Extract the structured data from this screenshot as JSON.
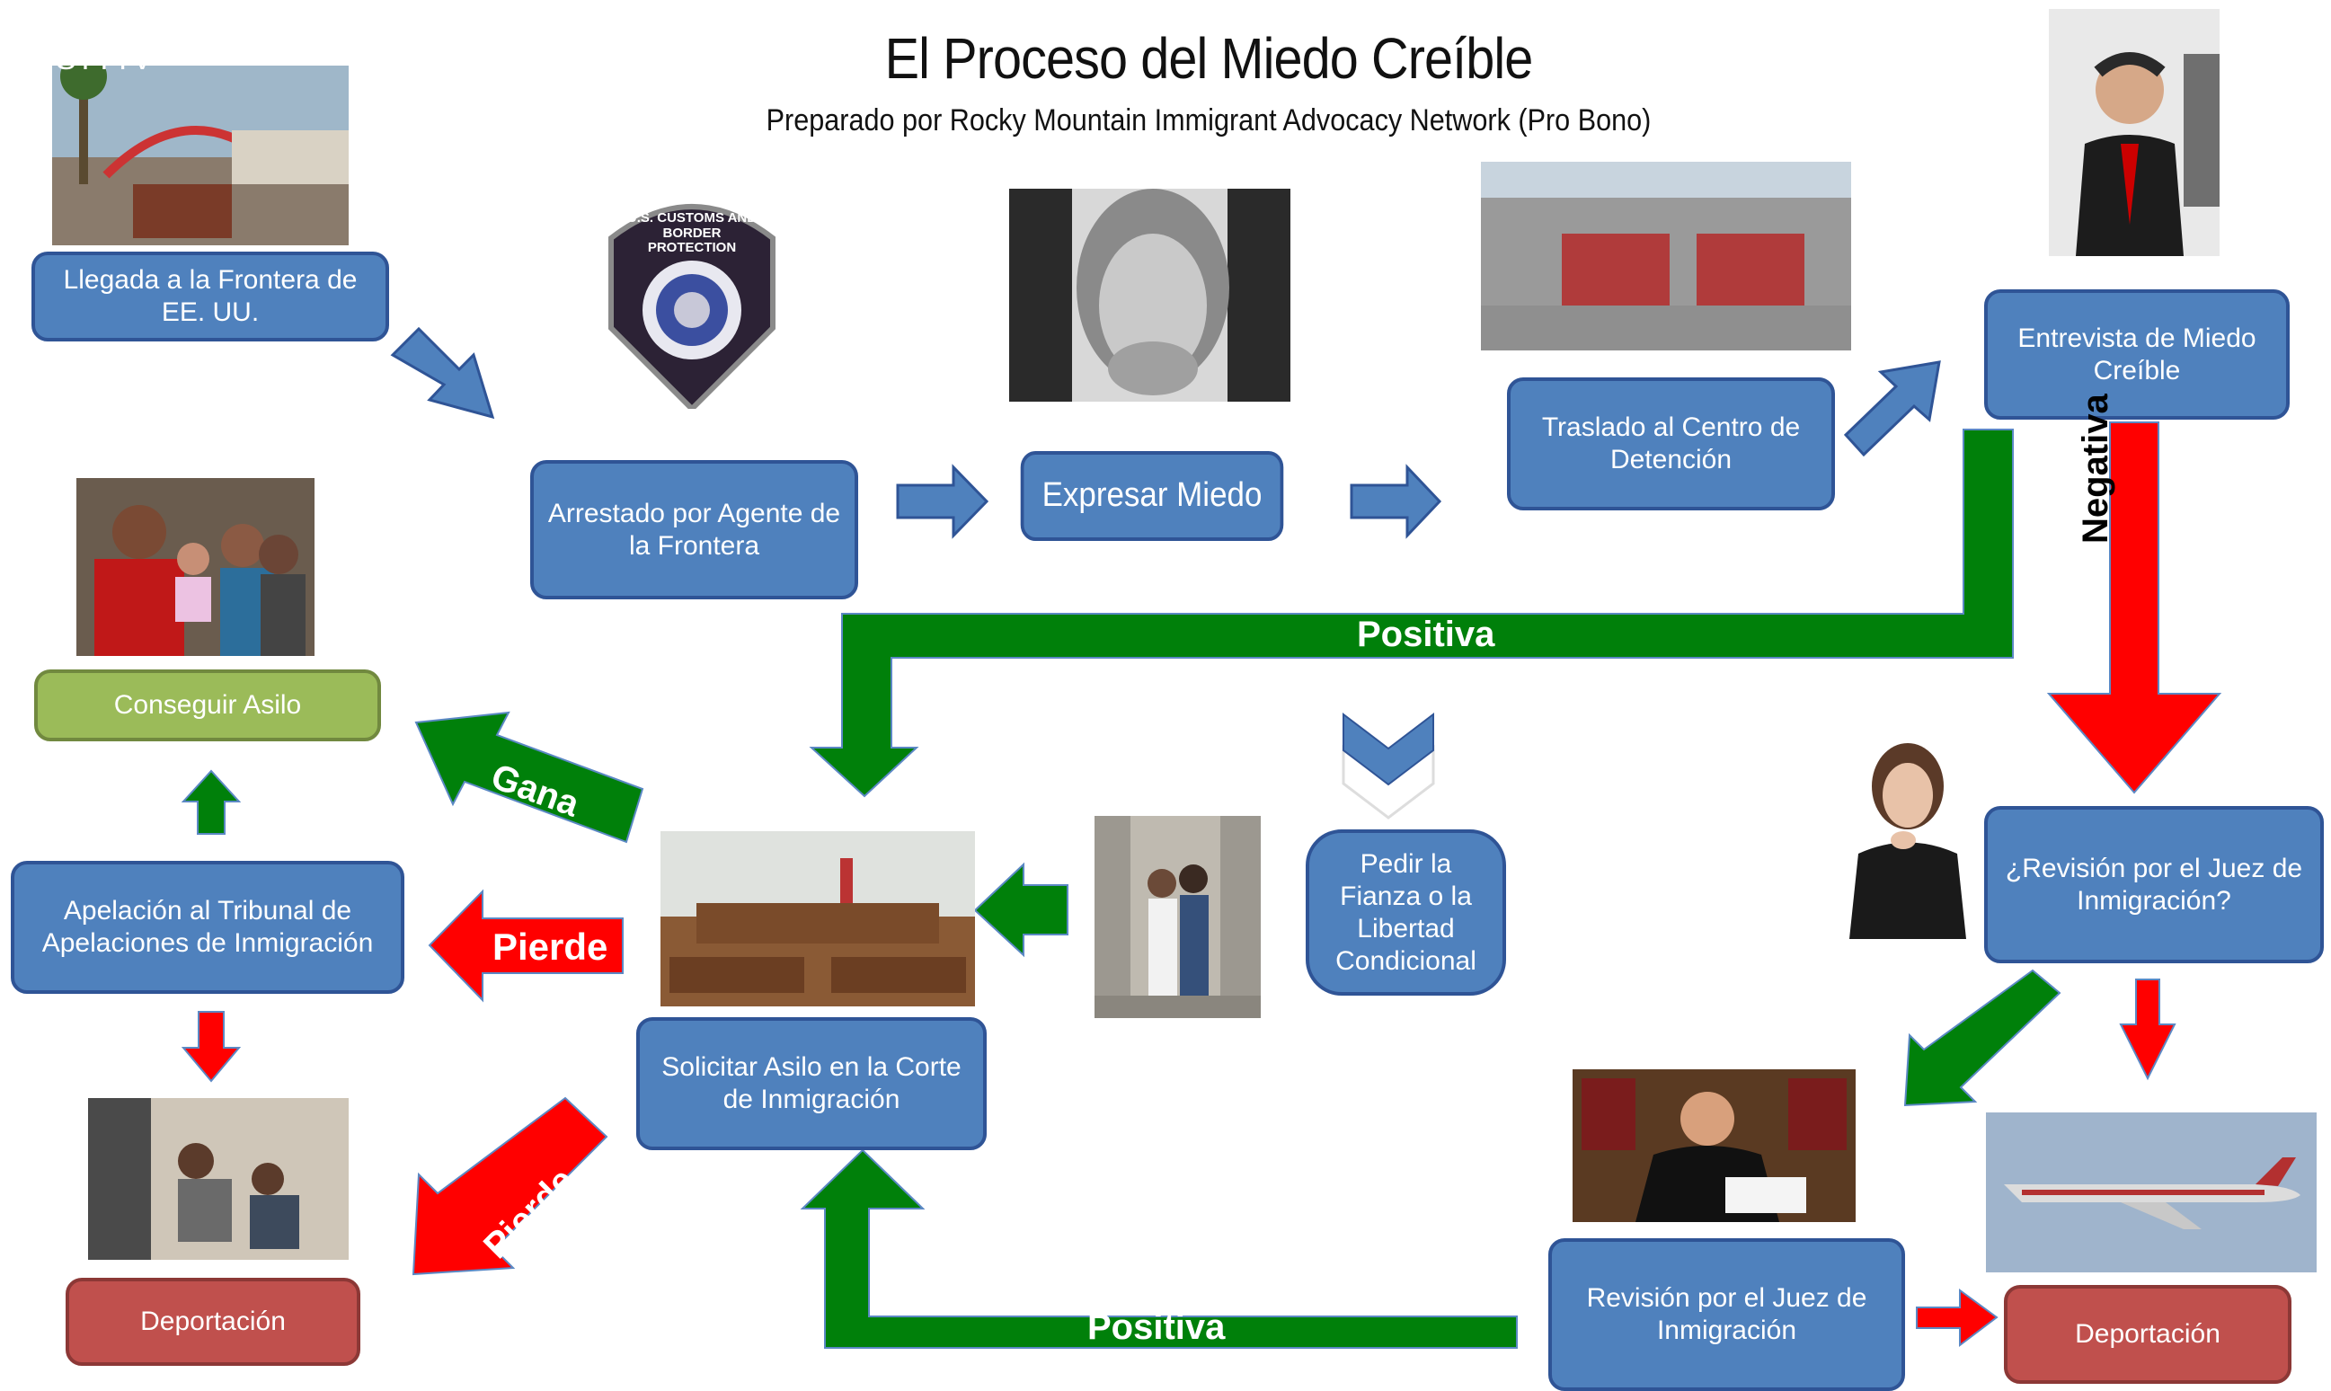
{
  "title": "El Proceso del Miedo Creíble",
  "subtitle": "Preparado por Rocky Mountain Immigrant Advocacy Network (Pro Bono)",
  "badge_text": "U.S. CUSTOMS AND BORDER PROTECTION",
  "photo_watermark": "STTTV",
  "boxes": {
    "llegada": "Llegada a la Frontera de EE. UU.",
    "arrestado": "Arrestado por Agente de la Frontera",
    "expresar": "Expresar Miedo",
    "traslado": "Traslado al Centro de Detención",
    "entrevista": "Entrevista de Miedo Creíble",
    "conseguir": "Conseguir Asilo",
    "apelacion": "Apelación al Tribunal de Apelaciones de Inmigración",
    "deportacion_left": "Deportación",
    "solicitar": "Solicitar Asilo en la Corte de Inmigración",
    "fianza": "Pedir la Fianza o la Libertad Condicional",
    "revision_q": "¿Revisión por el Juez de Inmigración?",
    "revision": "Revisión por el Juez de Inmigración",
    "deportacion_right": "Deportación"
  },
  "labels": {
    "positiva_top": "Positiva",
    "negativa": "Negativa",
    "gana": "Gana",
    "pierde_mid": "Pierde",
    "pierde_low": "Pierde",
    "positiva_bottom": "Positiva"
  },
  "colors": {
    "box_blue": "#4f81bd",
    "box_green": "#9bbb59",
    "box_red": "#c0504d",
    "arrow_blue": "#4f81bd",
    "arrow_green": "#00800a",
    "arrow_red": "#ff0000"
  }
}
